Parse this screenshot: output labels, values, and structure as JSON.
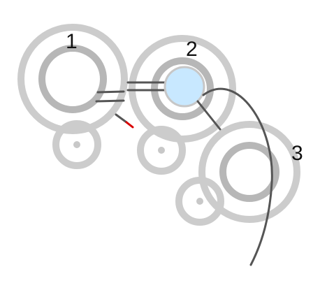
{
  "diagram": {
    "labels": {
      "ring_1": "1",
      "ring_2": "2",
      "ring_3": "3"
    },
    "colors": {
      "ring_outer": "#cccccc",
      "ring_inner": "#b7b7b7",
      "small_ring": "#cccccc",
      "hub": "#c8e8ff",
      "hub_stroke": "#c7c7c7",
      "line": "#555555",
      "red_tip": "#d90000"
    }
  }
}
